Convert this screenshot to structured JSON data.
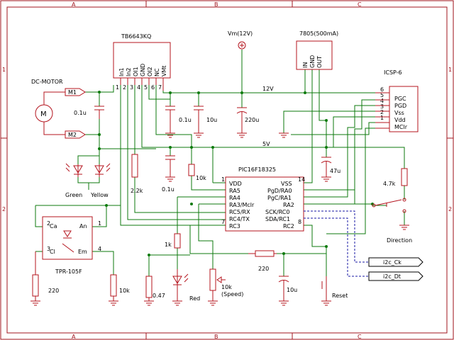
{
  "frame": {
    "columns": [
      "A",
      "B",
      "C"
    ],
    "rows": [
      "1",
      "2"
    ],
    "colors": {
      "wire": "#0c7a0c",
      "component": "#b4141e",
      "frame": "#a0141e",
      "signal": "#1a1aa6"
    }
  },
  "driver": {
    "name": "TB6643KQ",
    "pins": [
      "In1",
      "In2",
      "OI1",
      "GND",
      "OI2",
      "NC",
      "VMt"
    ],
    "pin_numbers": [
      "1",
      "2",
      "3",
      "4",
      "5",
      "6",
      "7"
    ]
  },
  "regulator": {
    "name": "7805(500mA)",
    "pins": [
      "IN",
      "GND",
      "OUT"
    ]
  },
  "supply": {
    "vm": "Vm(12V)",
    "rail12": "12V",
    "rail5": "5V"
  },
  "motor": {
    "label": "DC-MOTOR",
    "m1": "M1",
    "m2": "M2",
    "symbol": "M"
  },
  "icsp": {
    "title": "ICSP-6",
    "pins": [
      "PGC",
      "PGD",
      "Vss",
      "Vdd",
      "MClr"
    ],
    "numbers": [
      "6",
      "5",
      "4",
      "3",
      "2",
      "1"
    ]
  },
  "mcu": {
    "name": "PIC16F18325",
    "left": [
      "VDD",
      "RA5",
      "RA4",
      "RA3/Mclr",
      "RC5/RX",
      "RC4/TX",
      "RC3"
    ],
    "right": [
      "VSS",
      "PgD/RA0",
      "PgC/RA1",
      "RA2",
      "SCK/RC0",
      "SDA/RC1",
      "RC2"
    ],
    "pin1": "1",
    "pin7": "7",
    "pin14": "14",
    "pin8": "8"
  },
  "photo": {
    "name": "TPR-105F",
    "pins": [
      "Ca",
      "An",
      "Cl",
      "Em"
    ],
    "nums": [
      "2",
      "1",
      "3",
      "4"
    ]
  },
  "parts": {
    "c1": "0.1u",
    "c2": "0.1u",
    "c3": "10u",
    "c4": "220u",
    "c5": "47u",
    "c6": "0.1u",
    "c7": "10u",
    "r_2k2": "2.2k",
    "r_10k_a": "10k",
    "r_1k": "1k",
    "r_220_a": "220",
    "r_10k_b": "10k",
    "r_047": "0.47",
    "r_10k_speed": "10k",
    "speed": "(Speed)",
    "r_220_b": "220",
    "r_4k7": "4.7k"
  },
  "leds": {
    "green": "Green",
    "yellow": "Yellow",
    "red": "Red"
  },
  "switches": {
    "direction": "Direction",
    "reset": "Reset"
  },
  "signals": {
    "clk": "i2c_Ck",
    "data": "i2c_Dt"
  }
}
